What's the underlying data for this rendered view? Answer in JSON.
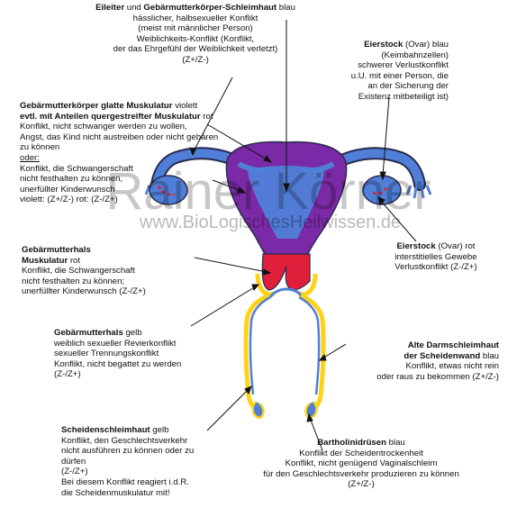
{
  "watermark": {
    "name": "Rainer Körner",
    "url": "www.BioLogischesHeilwissen.de"
  },
  "labels": {
    "eileiter": {
      "t1a": "Eileiter",
      "t1b": " und ",
      "t1c": "Gebärmutterkörper-Schleimhaut",
      "t1d": " blau",
      "lines": [
        "hässlicher, halbsexueller Konflikt",
        "(meist mit männlicher Person)",
        "Weiblichkeits-Konflikt (Konflikt,",
        "der das Ehrgefühl der Weiblichkeit verletzt)",
        "(Z+/Z-)"
      ]
    },
    "eierstock_blau": {
      "t1a": "Eierstock",
      "t1b": " (Ovar) blau",
      "lines": [
        "(Keimbahnzellen)",
        "schwerer Verlustkonflikt",
        "u.U. mit einer Person, die",
        "an der Sicherung der",
        "Existenz mitbeteiligt ist)"
      ]
    },
    "muskulatur": {
      "t1a": "Gebärmutterkörper glatte Muskulatur",
      "t1b": " violett",
      "t2a": "evtl. mit Anteilen quergestreifter Muskulatur",
      "t2b": " rot",
      "lines": [
        "Konflikt, nicht schwanger werden zu wollen,",
        "Angst, das Kind nicht austreiben oder nicht gebären",
        "zu können"
      ],
      "oder": "oder:",
      "lines2": [
        "Konflikt, die Schwangerschaft",
        "nicht festhalten zu können,",
        "unerfüllter Kinderwunsch",
        "violett: (Z+/Z-) rot: (Z-/Z+)"
      ]
    },
    "eierstock_rot": {
      "t1a": "Eierstock",
      "t1b": " (Ovar) rot",
      "lines": [
        "interstitielles Gewebe",
        "Verlustkonflikt (Z-/Z+)"
      ]
    },
    "hals_muskulatur": {
      "t1": "Gebärmutterhals",
      "t2a": "Muskulatur",
      "t2b": " rot",
      "lines": [
        "Konflikt, die Schwangerschaft",
        "nicht festhalten zu können;",
        "unerfüllter Kinderwunsch (Z-/Z+)"
      ]
    },
    "hals": {
      "t1a": "Gebärmutterhals",
      "t1b": " gelb",
      "lines": [
        "weiblich sexueller  Revierkonflikt",
        "sexueller  Trennungskonflikt",
        "Konflikt, nicht begattet zu werden",
        "(Z-/Z+)"
      ]
    },
    "darm": {
      "t1": "Alte Darmschleimhaut",
      "t2a": "der Scheidenwand",
      "t2b": " blau",
      "lines": [
        "Konflikt, etwas nicht rein",
        "oder raus zu bekommen (Z+/Z-)"
      ]
    },
    "scheide": {
      "t1a": "Scheidenschleimhaut",
      "t1b": " gelb",
      "lines": [
        "Konflikt, den Geschlechtsverkehr",
        "nicht ausführen  zu können oder zu",
        "dürfen",
        "(Z-/Z+)",
        "Bei diesem Konflikt reagiert i.d.R.",
        "die Scheidenmuskulatur  mit!"
      ]
    },
    "bartholin": {
      "t1a": "Bartholinidrüsen",
      "t1b": " blau",
      "lines": [
        "Konflikt der Scheidentrockenheit",
        "Konflikt, nicht genügend Vaginalschleim",
        "für den Geschlechtsverkehr produzieren zu können",
        "(Z+/Z-)"
      ]
    }
  },
  "colors": {
    "blue": "#4f7fd6",
    "violet": "#7a2aa6",
    "red": "#e0203a",
    "yellow": "#ffd21a",
    "outline": "#2a2a50"
  }
}
